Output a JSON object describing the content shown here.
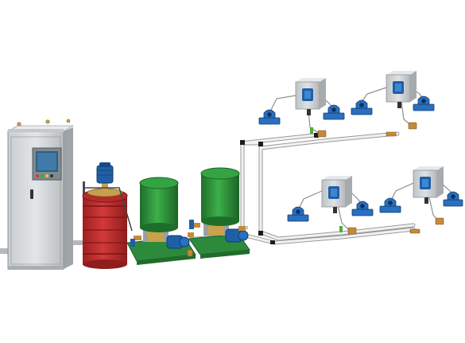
{
  "diagram": {
    "kind": "centralized lubrication system illustration",
    "components": [
      {
        "id": "control-cabinet",
        "label": ""
      },
      {
        "id": "barrel-pump",
        "label": ""
      },
      {
        "id": "lubrication-pump-1",
        "label": ""
      },
      {
        "id": "lubrication-pump-2",
        "label": ""
      },
      {
        "id": "distributor-box-1",
        "label": ""
      },
      {
        "id": "distributor-box-2",
        "label": ""
      },
      {
        "id": "distributor-box-3",
        "label": ""
      },
      {
        "id": "distributor-box-4",
        "label": ""
      }
    ],
    "colors": {
      "background": "#ffffff",
      "cabinet": "#d9dcde",
      "cabinet_dark": "#aeb3b6",
      "barrel": "#c62d2d",
      "barrel_rim": "#8f1d1d",
      "pump_tank": "#2f9b3c",
      "pump_tank_dark": "#1f6d2a",
      "base": "#2d8a3b",
      "motor_blue": "#1f5fa8",
      "bearing_blue": "#2a6fc0",
      "pipe": "#e6e6e6",
      "pipe_edge": "#9a9a9a",
      "box_gray": "#cfd2d4",
      "fitting": "#c48a3a"
    }
  }
}
